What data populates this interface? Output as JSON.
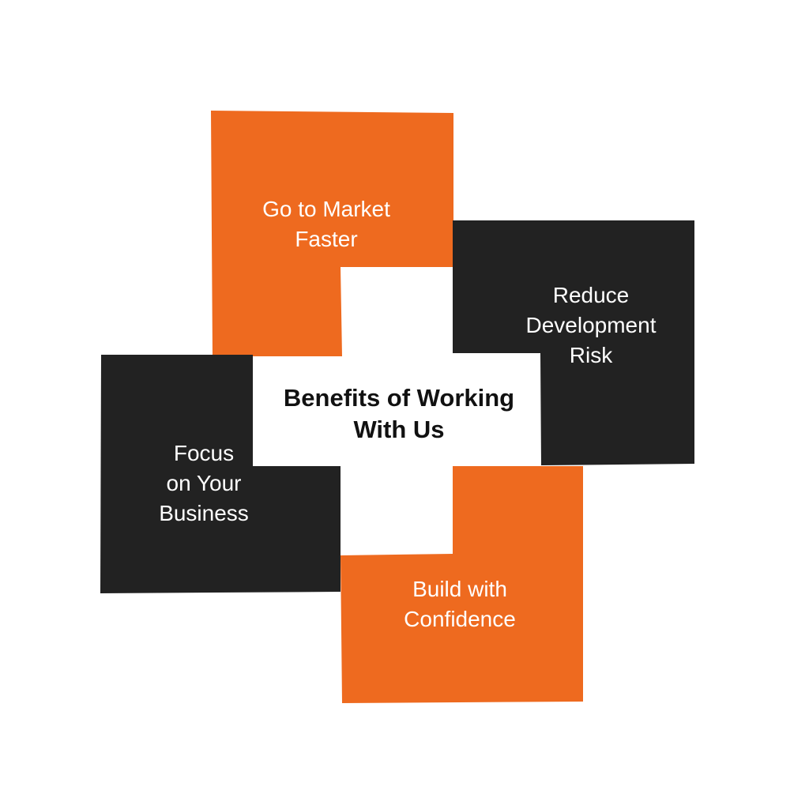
{
  "diagram": {
    "title": "Benefits of Working\nWith Us",
    "colors": {
      "orange": "#EE6A1F",
      "dark": "#222222",
      "background": "#FFFFFF",
      "center_text": "#111111",
      "block_text": "#FFFFFF"
    },
    "blocks": [
      {
        "id": "top",
        "label": "Go to Market\nFaster",
        "color": "orange"
      },
      {
        "id": "right",
        "label": "Reduce\nDevelopment\nRisk",
        "color": "dark"
      },
      {
        "id": "bottom",
        "label": "Build with\nConfidence",
        "color": "orange"
      },
      {
        "id": "left",
        "label": "Focus\non Your\nBusiness",
        "color": "dark"
      }
    ]
  }
}
